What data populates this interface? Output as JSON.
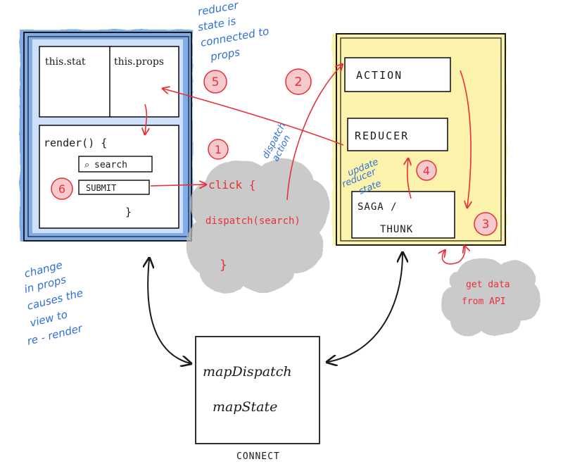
{
  "colors": {
    "ink": "#1a1a1a",
    "red": "#e8303a",
    "blue_note": "#2f6fd6",
    "blue_wash": "#6a9ee6",
    "yellow_wash": "#fbf3a8",
    "cloud": "#b9b9b9"
  },
  "component": {
    "state_label": "this.stat",
    "props_label": "this.props",
    "render_open": "render() {",
    "search_button": "search",
    "submit_button": "SUBMIT",
    "render_close": "}"
  },
  "click_handler": {
    "open": "click {",
    "dispatch": "dispatch(search)",
    "close": "}"
  },
  "redux": {
    "action": "ACTION",
    "reducer": "REDUCER",
    "saga_line1": "SAGA /",
    "saga_line2": "THUNK"
  },
  "connect": {
    "map_dispatch": "mapDispatch",
    "map_state": "mapState",
    "label": "CONNECT"
  },
  "api": {
    "line1": "get data",
    "line2": "from API"
  },
  "steps": [
    "1",
    "2",
    "3",
    "4",
    "5",
    "6"
  ],
  "notes": {
    "reducer_props": [
      "reducer",
      "state is",
      "connected to",
      "props"
    ],
    "dispatch_action": [
      "dispatch",
      "action"
    ],
    "update_reducer": [
      "update",
      "reducer",
      "state"
    ],
    "change_props": [
      "change",
      "in props",
      "causes the",
      "view to",
      "re - render"
    ]
  }
}
